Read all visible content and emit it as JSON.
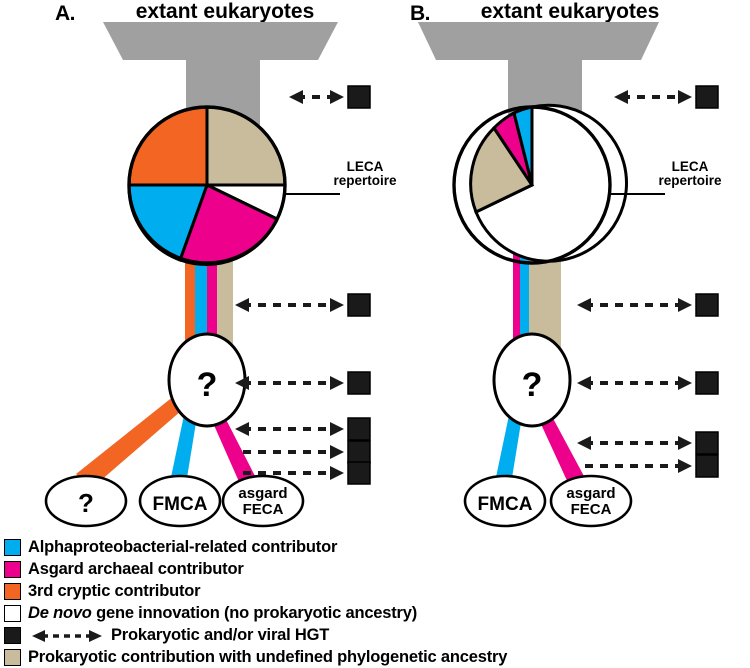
{
  "figure": {
    "panels": [
      {
        "id": "A",
        "letter": "A.",
        "title": "extant eukaryotes",
        "leca_label_line1": "LECA",
        "leca_label_line2": "repertoire",
        "pie": {
          "type": "pie",
          "segments": [
            {
              "name": "prokaryotic-undefined",
              "color": "#C9BC9C",
              "degrees": 90
            },
            {
              "name": "de-novo",
              "color": "#FFFFFF",
              "degrees": 26
            },
            {
              "name": "asgard-archaeal",
              "color": "#EC008C",
              "degrees": 69
            },
            {
              "name": "alphaproteobacterial",
              "color": "#00AEEF",
              "degrees": 85
            },
            {
              "name": "3rd-cryptic",
              "color": "#F26522",
              "degrees": 90
            }
          ]
        },
        "stem_bands": [
          {
            "name": "3rd-cryptic",
            "color": "#F26522",
            "width": 10
          },
          {
            "name": "alphaproteobacterial",
            "color": "#00AEEF",
            "width": 12
          },
          {
            "name": "asgard-archaeal",
            "color": "#EC008C",
            "width": 10
          },
          {
            "name": "prokaryotic-undefined",
            "color": "#C9BC9C",
            "width": 16
          }
        ],
        "node_label": "?",
        "leaves": [
          {
            "name": "cryptic-leaf",
            "label": "?",
            "branch_color": "#F26522"
          },
          {
            "name": "fmca-leaf",
            "label": "FMCA",
            "branch_color": "#00AEEF"
          },
          {
            "name": "asgard-feca-leaf",
            "label_line1": "asgard",
            "label_line2": "FECA",
            "branch_color": "#EC008C"
          }
        ],
        "hgt_arrows": [
          {
            "name": "hgt-arrow-top",
            "double_headed": true
          },
          {
            "name": "hgt-arrow-stem",
            "double_headed": true
          },
          {
            "name": "hgt-arrow-node",
            "double_headed": true
          },
          {
            "name": "hgt-arrow-branch-1",
            "double_headed": true
          },
          {
            "name": "hgt-arrow-branch-2",
            "double_headed": false
          },
          {
            "name": "hgt-arrow-branch-3",
            "double_headed": false
          }
        ]
      },
      {
        "id": "B",
        "letter": "B.",
        "title": "extant eukaryotes",
        "leca_label_line1": "LECA",
        "leca_label_line2": "repertoire",
        "pie": {
          "type": "pie",
          "segments": [
            {
              "name": "de-novo",
              "color": "#FFFFFF",
              "degrees": 295
            },
            {
              "name": "prokaryotic-undefined",
              "color": "#C9BC9C",
              "degrees": 40
            },
            {
              "name": "asgard-archaeal",
              "color": "#EC008C",
              "degrees": 13
            },
            {
              "name": "alphaproteobacterial",
              "color": "#00AEEF",
              "degrees": 12
            }
          ]
        },
        "stem_bands": [
          {
            "name": "asgard-archaeal",
            "color": "#EC008C",
            "width": 7
          },
          {
            "name": "alphaproteobacterial",
            "color": "#00AEEF",
            "width": 9
          },
          {
            "name": "prokaryotic-undefined",
            "color": "#C9BC9C",
            "width": 32
          }
        ],
        "node_label": "?",
        "leaves": [
          {
            "name": "fmca-leaf",
            "label": "FMCA",
            "branch_color": "#00AEEF"
          },
          {
            "name": "asgard-feca-leaf",
            "label_line1": "asgard",
            "label_line2": "FECA",
            "branch_color": "#EC008C"
          }
        ],
        "hgt_arrows": [
          {
            "name": "hgt-arrow-top",
            "double_headed": true
          },
          {
            "name": "hgt-arrow-stem",
            "double_headed": true
          },
          {
            "name": "hgt-arrow-node",
            "double_headed": true
          },
          {
            "name": "hgt-arrow-branch-1",
            "double_headed": true
          },
          {
            "name": "hgt-arrow-branch-2",
            "double_headed": false
          }
        ]
      }
    ],
    "colors": {
      "alphaproteobacterial": "#00AEEF",
      "asgard": "#EC008C",
      "cryptic": "#F26522",
      "de_novo": "#FFFFFF",
      "hgt": "#1A1A1A",
      "undefined_prokaryotic": "#C9BC9C",
      "funnel_gray": "#A0A0A0",
      "outline": "#000000"
    }
  },
  "legend": {
    "items": [
      {
        "name": "legend-alphaproteobacterial",
        "swatch": "#00AEEF",
        "text": "Alphaproteobacterial-related contributor",
        "has_arrow": false
      },
      {
        "name": "legend-asgard",
        "swatch": "#EC008C",
        "text": "Asgard archaeal contributor",
        "has_arrow": false
      },
      {
        "name": "legend-cryptic",
        "swatch": "#F26522",
        "text": "3rd cryptic contributor",
        "has_arrow": false
      },
      {
        "name": "legend-de-novo",
        "swatch": "#FFFFFF",
        "text_italic": "De novo",
        "text": " gene innovation (no prokaryotic ancestry)",
        "has_arrow": false
      },
      {
        "name": "legend-hgt",
        "swatch": "#1A1A1A",
        "text": "Prokaryotic and/or viral HGT",
        "has_arrow": true
      },
      {
        "name": "legend-undefined",
        "swatch": "#C9BC9C",
        "text": "Prokaryotic contribution with undefined phylogenetic ancestry",
        "has_arrow": false
      }
    ]
  }
}
